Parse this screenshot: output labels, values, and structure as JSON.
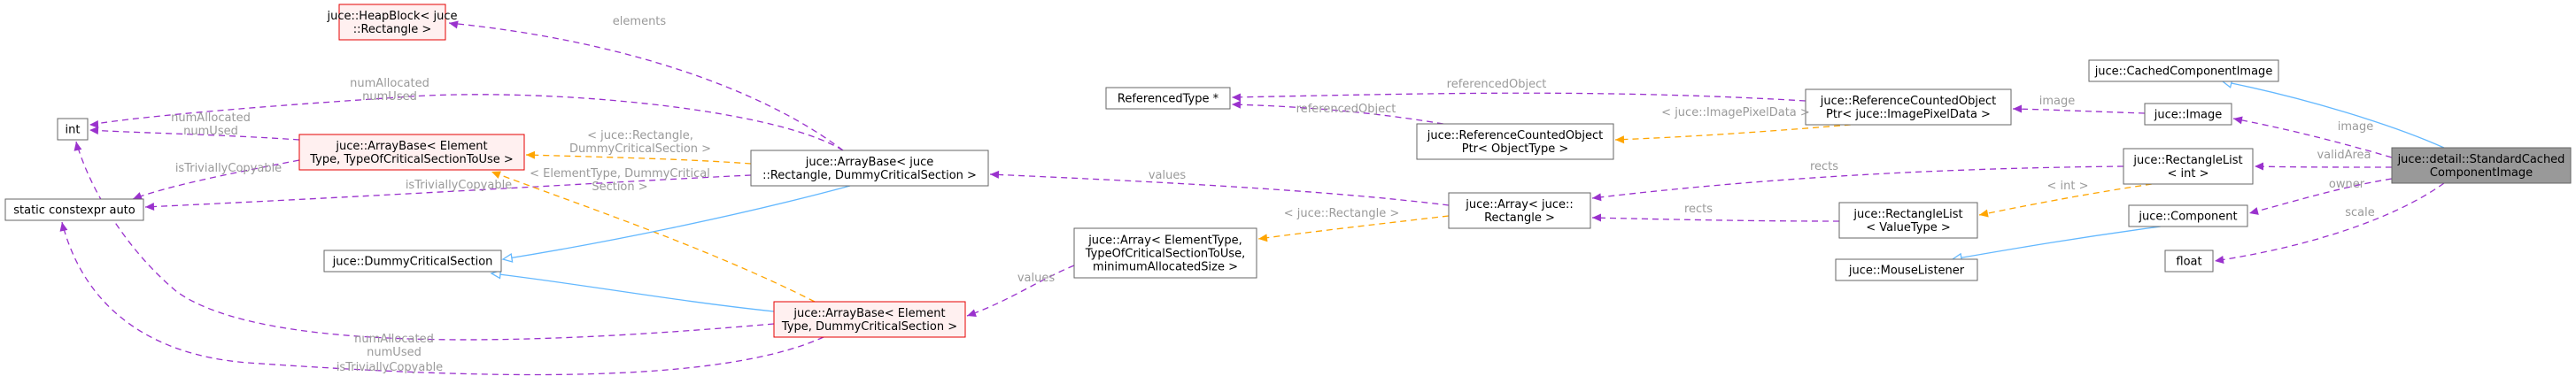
{
  "colors": {
    "usage_edge": "#9a32cd",
    "template_edge": "#ffa500",
    "inheritance_edge": "#63b8ff",
    "focus_fill": "#999999",
    "template_node_border": "#e50000",
    "label": "#9a9a9a"
  },
  "nodes": [
    {
      "id": "heapblock",
      "lines": [
        "juce::HeapBlock< juce",
        "::Rectangle >"
      ],
      "style": "red"
    },
    {
      "id": "int",
      "lines": [
        "int"
      ],
      "style": "plain"
    },
    {
      "id": "static_constexpr",
      "lines": [
        "static constexpr auto"
      ],
      "style": "plain"
    },
    {
      "id": "arraybase_toUse",
      "lines": [
        "juce::ArrayBase< Element",
        "Type, TypeOfCriticalSectionToUse >"
      ],
      "style": "red"
    },
    {
      "id": "arraybase_rect",
      "lines": [
        "juce::ArrayBase< juce",
        "::Rectangle, DummyCriticalSection >"
      ],
      "style": "plain"
    },
    {
      "id": "dummy_cs",
      "lines": [
        "juce::DummyCriticalSection"
      ],
      "style": "plain"
    },
    {
      "id": "arraybase_dummy",
      "lines": [
        "juce::ArrayBase< Element",
        "Type, DummyCriticalSection >"
      ],
      "style": "red"
    },
    {
      "id": "array_template",
      "lines": [
        "juce::Array< ElementType,",
        "TypeOfCriticalSectionToUse,",
        "minimumAllocatedSize >"
      ],
      "style": "plain"
    },
    {
      "id": "referenced_type",
      "lines": [
        "ReferencedType *"
      ],
      "style": "plain"
    },
    {
      "id": "rcop_objecttype",
      "lines": [
        "juce::ReferenceCountedObject",
        "Ptr< ObjectType >"
      ],
      "style": "plain"
    },
    {
      "id": "array_rect",
      "lines": [
        "juce::Array< juce::",
        "Rectangle >"
      ],
      "style": "plain"
    },
    {
      "id": "rcop_imagepixel",
      "lines": [
        "juce::ReferenceCountedObject",
        "Ptr< juce::ImagePixelData >"
      ],
      "style": "plain"
    },
    {
      "id": "rectlist_valuetype",
      "lines": [
        "juce::RectangleList",
        "< ValueType >"
      ],
      "style": "plain"
    },
    {
      "id": "mouselistener",
      "lines": [
        "juce::MouseListener"
      ],
      "style": "plain"
    },
    {
      "id": "cached_component_image",
      "lines": [
        "juce::CachedComponentImage"
      ],
      "style": "plain"
    },
    {
      "id": "image",
      "lines": [
        "juce::Image"
      ],
      "style": "plain"
    },
    {
      "id": "rectlist_int",
      "lines": [
        "juce::RectangleList",
        "< int >"
      ],
      "style": "plain"
    },
    {
      "id": "component",
      "lines": [
        "juce::Component"
      ],
      "style": "plain"
    },
    {
      "id": "float",
      "lines": [
        "float"
      ],
      "style": "plain"
    },
    {
      "id": "focus",
      "lines": [
        "juce::detail::StandardCached",
        "ComponentImage"
      ],
      "style": "focus"
    }
  ],
  "edges": [
    {
      "id": "e-elements",
      "kind": "purple",
      "lines": [
        "elements"
      ]
    },
    {
      "id": "e-numalloc-top",
      "kind": "purple",
      "lines": [
        "numAllocated",
        "numUsed"
      ]
    },
    {
      "id": "e-numalloc-mid",
      "kind": "purple",
      "lines": [
        "numAllocated",
        "numUsed"
      ]
    },
    {
      "id": "e-trivial-mid",
      "kind": "purple",
      "lines": [
        "isTriviallyCopyable"
      ]
    },
    {
      "id": "e-trivial-rect",
      "kind": "purple",
      "lines": [
        "isTriviallyCopyable"
      ]
    },
    {
      "id": "e-rect-dummy-tmpl",
      "kind": "orange",
      "lines": [
        "< juce::Rectangle,",
        "DummyCriticalSection >"
      ]
    },
    {
      "id": "e-elemtype-dummy-tmpl",
      "kind": "orange",
      "lines": [
        "< ElementType, DummyCritical",
        "Section >"
      ]
    },
    {
      "id": "e-numalloc-bottom",
      "kind": "purple",
      "lines": [
        "numAllocated",
        "numUsed"
      ]
    },
    {
      "id": "e-trivial-bottom",
      "kind": "purple",
      "lines": [
        "isTriviallyCopyable"
      ]
    },
    {
      "id": "e-inherit-dummy-rect",
      "kind": "blue",
      "lines": []
    },
    {
      "id": "e-inherit-dummy-elem",
      "kind": "blue",
      "lines": []
    },
    {
      "id": "e-values-array",
      "kind": "purple",
      "lines": [
        "values"
      ]
    },
    {
      "id": "e-values-rect",
      "kind": "purple",
      "lines": [
        "values"
      ]
    },
    {
      "id": "e-tmpl-rect",
      "kind": "orange",
      "lines": [
        "< juce::Rectangle >"
      ]
    },
    {
      "id": "e-refobj-top",
      "kind": "purple",
      "lines": [
        "referencedObject"
      ]
    },
    {
      "id": "e-refobj-bottom",
      "kind": "purple",
      "lines": [
        "referencedObject"
      ]
    },
    {
      "id": "e-tmpl-imagepixel",
      "kind": "orange",
      "lines": [
        "< juce::ImagePixelData >"
      ]
    },
    {
      "id": "e-image",
      "kind": "purple",
      "lines": [
        "image"
      ]
    },
    {
      "id": "e-rects-int",
      "kind": "purple",
      "lines": [
        "rects"
      ]
    },
    {
      "id": "e-rects-value",
      "kind": "purple",
      "lines": [
        "rects"
      ]
    },
    {
      "id": "e-tmpl-int",
      "kind": "orange",
      "lines": [
        "< int >"
      ]
    },
    {
      "id": "e-inherit-mouse",
      "kind": "blue",
      "lines": []
    },
    {
      "id": "e-inherit-cached",
      "kind": "blue",
      "lines": []
    },
    {
      "id": "e-image-focus",
      "kind": "purple",
      "lines": [
        "image"
      ]
    },
    {
      "id": "e-validarea",
      "kind": "purple",
      "lines": [
        "validArea"
      ]
    },
    {
      "id": "e-owner",
      "kind": "purple",
      "lines": [
        "owner"
      ]
    },
    {
      "id": "e-scale",
      "kind": "purple",
      "lines": [
        "scale"
      ]
    }
  ]
}
